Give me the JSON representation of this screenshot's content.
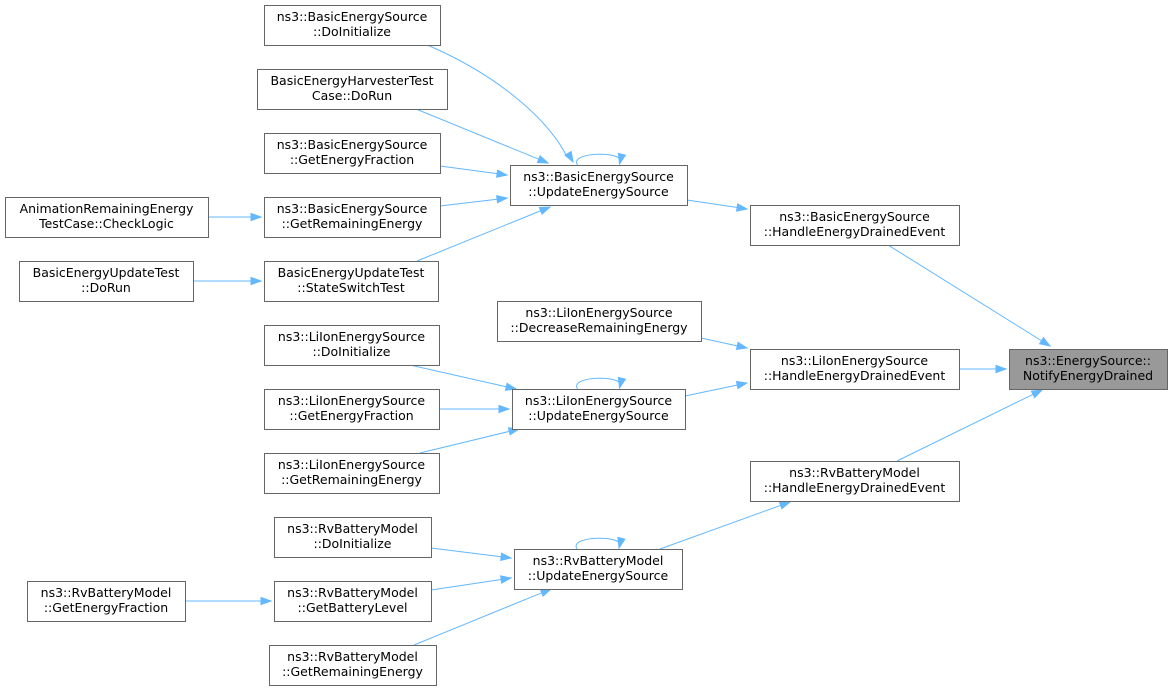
{
  "graph": {
    "nodes": [
      {
        "id": "root",
        "lines": [
          "ns3::EnergySource::",
          "NotifyEnergyDrained"
        ],
        "highlight": true
      },
      {
        "id": "bes_handle",
        "lines": [
          "ns3::BasicEnergySource",
          "::HandleEnergyDrainedEvent"
        ]
      },
      {
        "id": "lies_handle",
        "lines": [
          "ns3::LiIonEnergySource",
          "::HandleEnergyDrainedEvent"
        ]
      },
      {
        "id": "rv_handle",
        "lines": [
          "ns3::RvBatteryModel",
          "::HandleEnergyDrainedEvent"
        ]
      },
      {
        "id": "bes_update",
        "lines": [
          "ns3::BasicEnergySource",
          "::UpdateEnergySource"
        ]
      },
      {
        "id": "lies_decrease",
        "lines": [
          "ns3::LiIonEnergySource",
          "::DecreaseRemainingEnergy"
        ]
      },
      {
        "id": "lies_update",
        "lines": [
          "ns3::LiIonEnergySource",
          "::UpdateEnergySource"
        ]
      },
      {
        "id": "rv_update",
        "lines": [
          "ns3::RvBatteryModel",
          "::UpdateEnergySource"
        ]
      },
      {
        "id": "bes_doinit",
        "lines": [
          "ns3::BasicEnergySource",
          "::DoInitialize"
        ]
      },
      {
        "id": "behtc_dorun",
        "lines": [
          "BasicEnergyHarvesterTest",
          "Case::DoRun"
        ]
      },
      {
        "id": "bes_getfrac",
        "lines": [
          "ns3::BasicEnergySource",
          "::GetEnergyFraction"
        ]
      },
      {
        "id": "bes_getrem",
        "lines": [
          "ns3::BasicEnergySource",
          "::GetRemainingEnergy"
        ]
      },
      {
        "id": "beut_stateswitch",
        "lines": [
          "BasicEnergyUpdateTest",
          "::StateSwitchTest"
        ]
      },
      {
        "id": "lies_doinit",
        "lines": [
          "ns3::LiIonEnergySource",
          "::DoInitialize"
        ]
      },
      {
        "id": "lies_getfrac",
        "lines": [
          "ns3::LiIonEnergySource",
          "::GetEnergyFraction"
        ]
      },
      {
        "id": "lies_getrem",
        "lines": [
          "ns3::LiIonEnergySource",
          "::GetRemainingEnergy"
        ]
      },
      {
        "id": "rv_doinit",
        "lines": [
          "ns3::RvBatteryModel",
          "::DoInitialize"
        ]
      },
      {
        "id": "rv_getlevel",
        "lines": [
          "ns3::RvBatteryModel",
          "::GetBatteryLevel"
        ]
      },
      {
        "id": "rv_getrem",
        "lines": [
          "ns3::RvBatteryModel",
          "::GetRemainingEnergy"
        ]
      },
      {
        "id": "arem_check",
        "lines": [
          "AnimationRemainingEnergy",
          "TestCase::CheckLogic"
        ]
      },
      {
        "id": "beut_dorun",
        "lines": [
          "BasicEnergyUpdateTest",
          "::DoRun"
        ]
      },
      {
        "id": "rv_getfrac",
        "lines": [
          "ns3::RvBatteryModel",
          "::GetEnergyFraction"
        ]
      }
    ],
    "edges": [
      {
        "from": "bes_handle",
        "to": "root"
      },
      {
        "from": "lies_handle",
        "to": "root"
      },
      {
        "from": "rv_handle",
        "to": "root"
      },
      {
        "from": "bes_update",
        "to": "bes_handle"
      },
      {
        "from": "lies_decrease",
        "to": "lies_handle"
      },
      {
        "from": "lies_update",
        "to": "lies_handle"
      },
      {
        "from": "rv_update",
        "to": "rv_handle"
      },
      {
        "from": "bes_update",
        "to": "bes_update",
        "self": true
      },
      {
        "from": "bes_doinit",
        "to": "bes_update"
      },
      {
        "from": "behtc_dorun",
        "to": "bes_update"
      },
      {
        "from": "bes_getfrac",
        "to": "bes_update"
      },
      {
        "from": "bes_getrem",
        "to": "bes_update"
      },
      {
        "from": "beut_stateswitch",
        "to": "bes_update"
      },
      {
        "from": "arem_check",
        "to": "bes_getrem"
      },
      {
        "from": "beut_dorun",
        "to": "beut_stateswitch"
      },
      {
        "from": "lies_update",
        "to": "lies_update",
        "self": true
      },
      {
        "from": "lies_doinit",
        "to": "lies_update"
      },
      {
        "from": "lies_getfrac",
        "to": "lies_update"
      },
      {
        "from": "lies_getrem",
        "to": "lies_update"
      },
      {
        "from": "rv_update",
        "to": "rv_update",
        "self": true
      },
      {
        "from": "rv_doinit",
        "to": "rv_update"
      },
      {
        "from": "rv_getlevel",
        "to": "rv_update"
      },
      {
        "from": "rv_getrem",
        "to": "rv_update"
      },
      {
        "from": "rv_getfrac",
        "to": "rv_getlevel"
      }
    ],
    "colors": {
      "edge": "#63b8ff",
      "node_border": "#666666",
      "node_fill": "#ffffff",
      "highlight_fill": "#999999"
    }
  }
}
